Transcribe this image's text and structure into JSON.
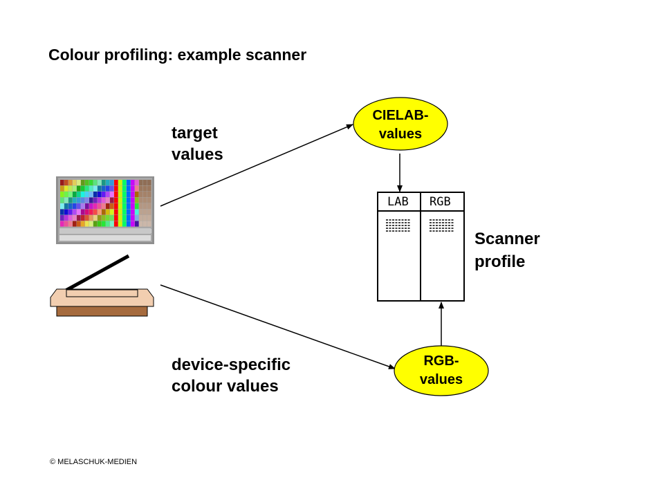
{
  "title": "Colour profiling: example scanner",
  "labels": {
    "target_line1": "target",
    "target_line2": "values",
    "device_line1": "device-specific",
    "device_line2": "colour values",
    "profile_line1": "Scanner",
    "profile_line2": "profile"
  },
  "nodes": {
    "cielab_line1": "CIELAB-",
    "cielab_line2": "values",
    "rgb_line1": "RGB-",
    "rgb_line2": "values"
  },
  "table": {
    "col1": "LAB",
    "col2": "RGB"
  },
  "copyright": "© MELASCHUK-MEDIEN",
  "colors": {
    "ellipse_fill": "#ffff00",
    "scanner_body": "#f2ceb0",
    "scanner_base": "#a66b3e"
  }
}
